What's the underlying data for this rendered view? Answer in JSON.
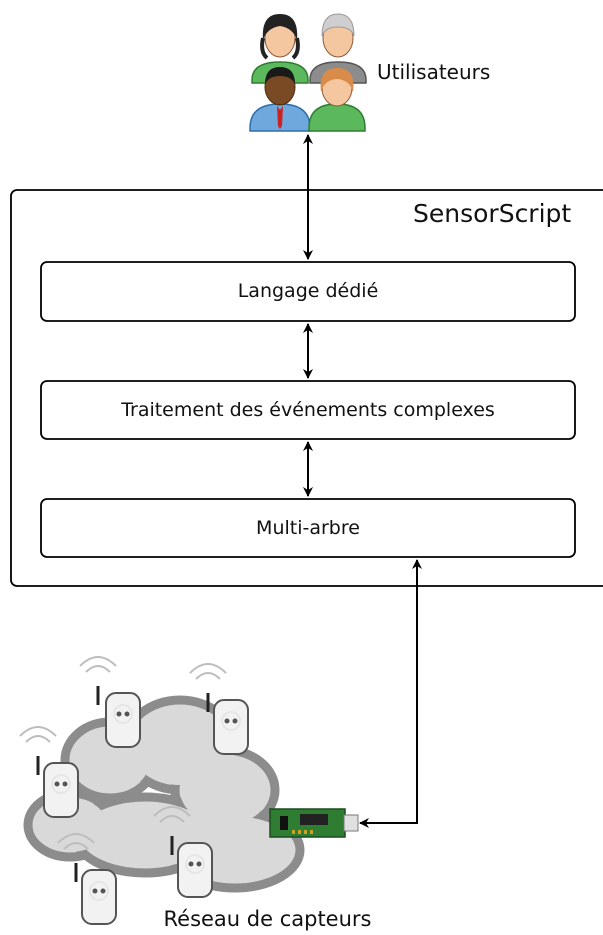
{
  "users": {
    "label": "Utilisateurs",
    "icon": "users-group-icon"
  },
  "system": {
    "title": "SensorScript",
    "layers": [
      {
        "label": "Langage dédié"
      },
      {
        "label": "Traitement des événements complexes"
      },
      {
        "label": "Multi-arbre"
      }
    ]
  },
  "network": {
    "label": "Réseau de capteurs",
    "icon": "sensor-cloud-icon"
  },
  "colors": {
    "stroke": "#000000",
    "cloud_fill": "#d9d9d9",
    "cloud_stroke": "#8c8c8c",
    "board_green": "#2e7d32"
  }
}
